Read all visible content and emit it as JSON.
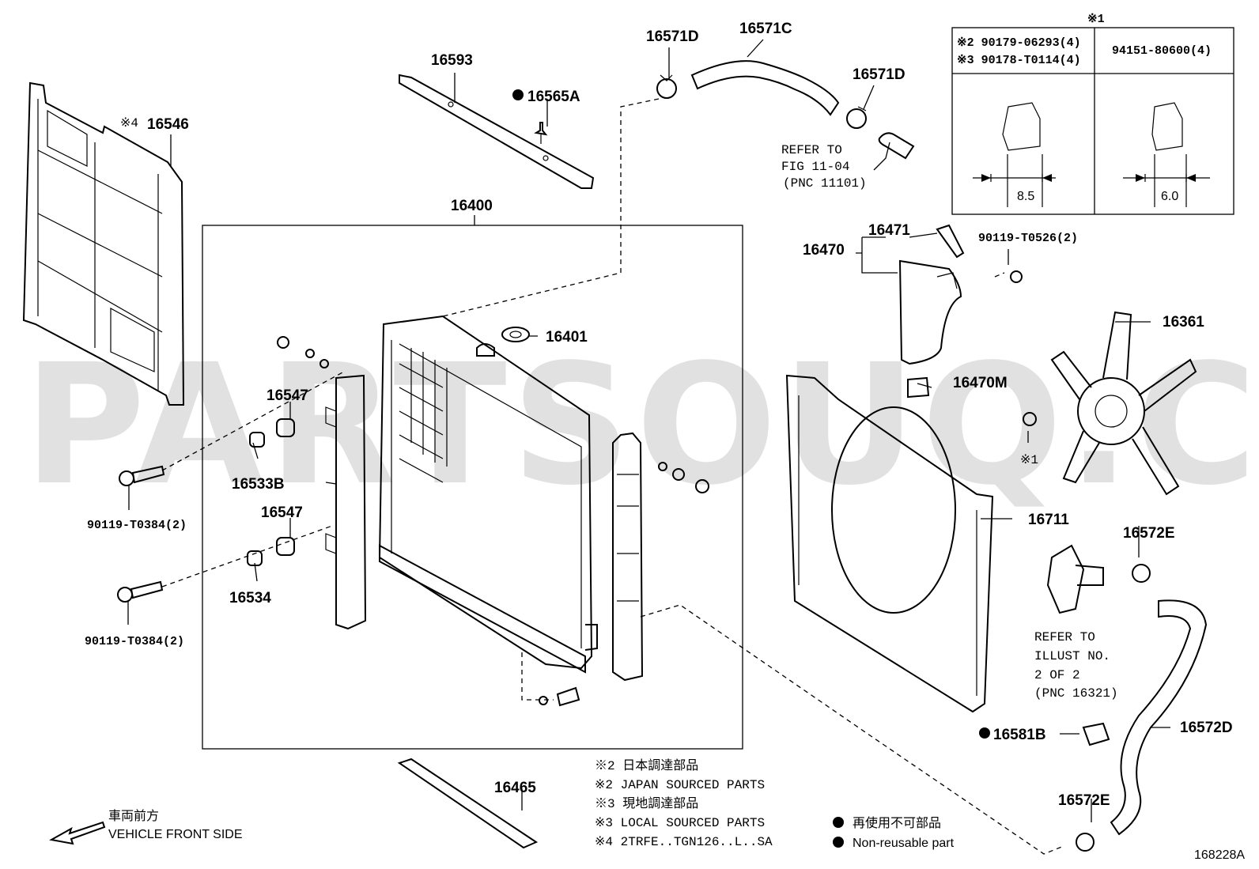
{
  "watermark": "PARTSOUQ.COM",
  "diagram_code": "168228A",
  "parts": {
    "p16546": "16546",
    "p16546_mark": "※4",
    "p16593": "16593",
    "p16565A": "16565A",
    "p16571D_a": "16571D",
    "p16571C": "16571C",
    "p16571D_b": "16571D",
    "p16400": "16400",
    "p16401": "16401",
    "p16547_a": "16547",
    "p16533B": "16533B",
    "p16547_b": "16547",
    "p16534": "16534",
    "bolt_a": "90119-T0384(2)",
    "bolt_b": "90119-T0384(2)",
    "p16470": "16470",
    "p16471": "16471",
    "p90119_t0526": "90119-T0526(2)",
    "p16470M": "16470M",
    "p16361": "16361",
    "mark_1": "※1",
    "p16711": "16711",
    "p16572E_a": "16572E",
    "p16572D": "16572D",
    "p16581B": "16581B",
    "p16572E_b": "16572E",
    "p16465": "16465"
  },
  "refs": {
    "fig_line1": "REFER TO",
    "fig_line2": "FIG 11-04",
    "fig_line3": "(PNC 11101)",
    "illust_line1": "REFER TO",
    "illust_line2": "ILLUST NO.",
    "illust_line3": "2 OF 2",
    "illust_line4": "(PNC 16321)"
  },
  "spec_table": {
    "header_mark": "※1",
    "left_row1": "※2 90179-06293(4)",
    "left_row2": "※3 90178-T0114(4)",
    "right_part": "94151-80600(4)",
    "left_dim": "8.5",
    "right_dim": "6.0"
  },
  "notes": [
    "※2 日本調達部品",
    "※2 JAPAN SOURCED PARTS",
    "※3 現地調達部品",
    "※3 LOCAL SOURCED PARTS",
    "※4 2TRFE..TGN126..L..SA"
  ],
  "legend": {
    "jp": "再使用不可部品",
    "en": "Non-reusable part"
  },
  "direction": {
    "jp": "車両前方",
    "en": "VEHICLE FRONT SIDE"
  }
}
